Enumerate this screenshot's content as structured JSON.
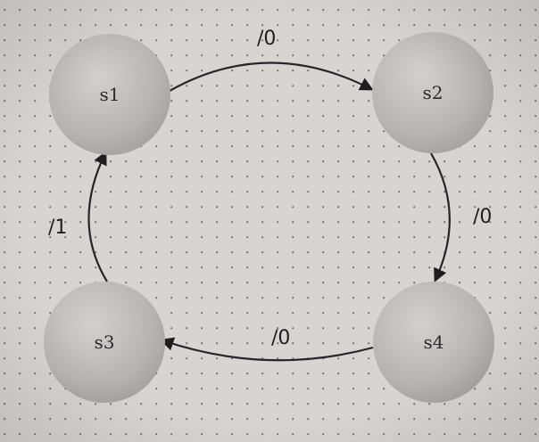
{
  "states": {
    "s1": "s1",
    "s2": "s2",
    "s3": "s3",
    "s4": "s4"
  },
  "transitions": {
    "s1_to_s2": "/0",
    "s2_to_s4": "/0",
    "s4_to_s3": "/0",
    "s3_to_s1": "/1"
  },
  "colors": {
    "background": "#d6d5d2",
    "dot_grid": "#6f6f6f",
    "node_fill": "#b8b7b4",
    "edge": "#262626"
  }
}
